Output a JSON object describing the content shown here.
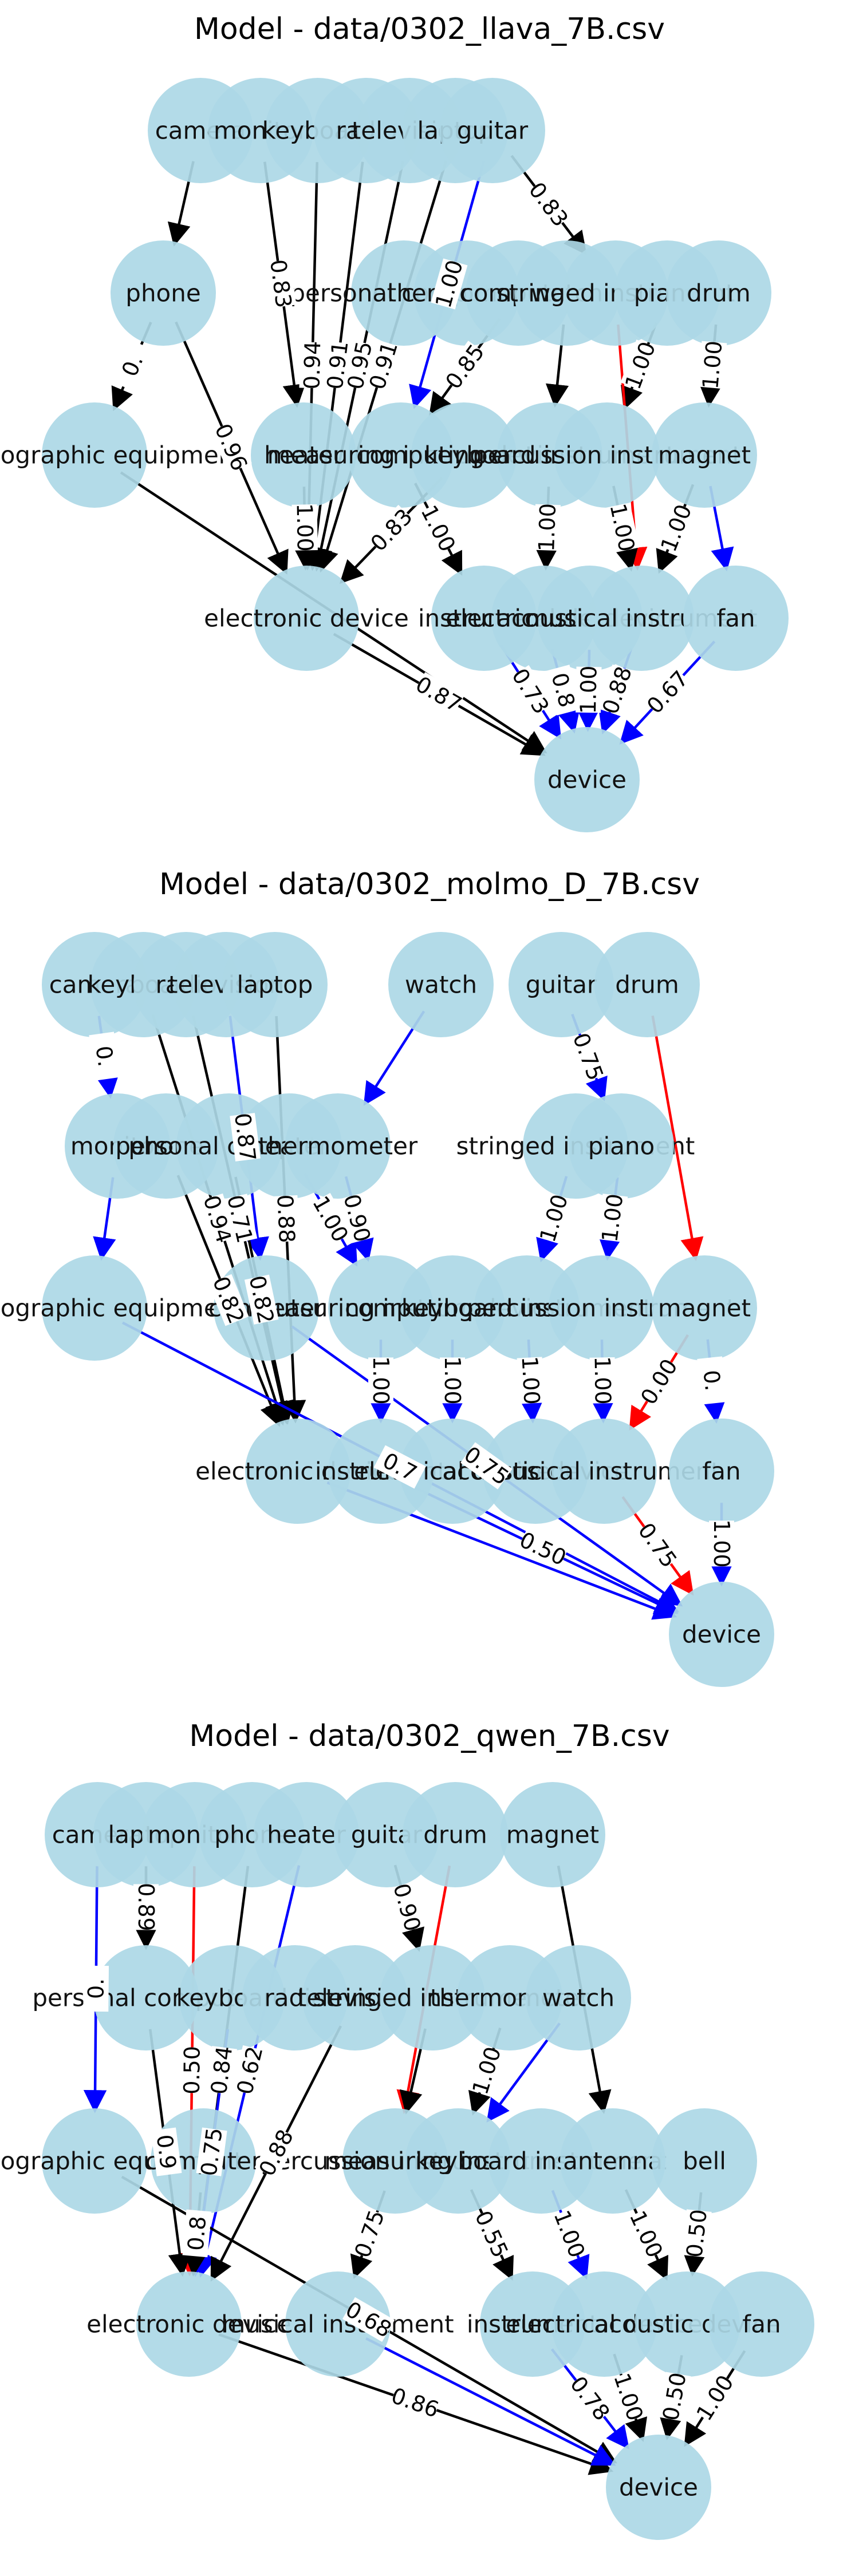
{
  "colors": {
    "node": "#add8e6",
    "black": "#000000",
    "blue": "#0000ff",
    "red": "#ff0000"
  },
  "panels": [
    {
      "id": "llava",
      "title": "Model - data/0302_llava_7B.csv",
      "nodes": [
        {
          "id": "camera",
          "label": "camera"
        },
        {
          "id": "monitor",
          "label": "monitor"
        },
        {
          "id": "keyboard",
          "label": "keyboard"
        },
        {
          "id": "radio",
          "label": "radio"
        },
        {
          "id": "television",
          "label": "television"
        },
        {
          "id": "laptop",
          "label": "laptop"
        },
        {
          "id": "guitar",
          "label": "guitar"
        },
        {
          "id": "phone",
          "label": "phone"
        },
        {
          "id": "personal_computer",
          "label": "personal computer"
        },
        {
          "id": "thermometer",
          "label": "thermometer"
        },
        {
          "id": "computer",
          "label": "computer"
        },
        {
          "id": "watch",
          "label": "watch"
        },
        {
          "id": "stringed",
          "label": "stringed instrument"
        },
        {
          "id": "piano",
          "label": "piano"
        },
        {
          "id": "drum",
          "label": "drum"
        },
        {
          "id": "photo_eq",
          "label": "photographic equipment"
        },
        {
          "id": "heater",
          "label": "heater"
        },
        {
          "id": "measuring",
          "label": "measuring instrument"
        },
        {
          "id": "computing",
          "label": "computing device"
        },
        {
          "id": "keyboard_inst",
          "label": "keyboard instrument"
        },
        {
          "id": "percussion",
          "label": "percussion instrument"
        },
        {
          "id": "magnet",
          "label": "magnet"
        },
        {
          "id": "electronic_device",
          "label": "electronic device"
        },
        {
          "id": "instrument",
          "label": "instrument"
        },
        {
          "id": "electrical_device",
          "label": "electrical device"
        },
        {
          "id": "acoustic_device",
          "label": "acoustic device"
        },
        {
          "id": "musical_instrument",
          "label": "musical instrument"
        },
        {
          "id": "fan",
          "label": "fan"
        },
        {
          "id": "device",
          "label": "device"
        }
      ],
      "edges": [
        {
          "source": "camera",
          "target": "phone",
          "color": "black",
          "label": ""
        },
        {
          "source": "phone",
          "target": "photo_eq",
          "color": "black",
          "label": "0."
        },
        {
          "source": "phone",
          "target": "electronic_device",
          "color": "black",
          "label": "0.96"
        },
        {
          "source": "monitor",
          "target": "heater",
          "color": "black",
          "label": "0.83"
        },
        {
          "source": "keyboard",
          "target": "electronic_device",
          "color": "black",
          "label": "0.94"
        },
        {
          "source": "radio",
          "target": "electronic_device",
          "color": "black",
          "label": "0.91"
        },
        {
          "source": "television",
          "target": "electronic_device",
          "color": "black",
          "label": "0.95"
        },
        {
          "source": "laptop",
          "target": "electronic_device",
          "color": "black",
          "label": "0.91"
        },
        {
          "source": "guitar",
          "target": "stringed",
          "color": "black",
          "label": "0.83"
        },
        {
          "source": "guitar",
          "target": "measuring",
          "color": "blue",
          "label": "1.00"
        },
        {
          "source": "heater",
          "target": "electronic_device",
          "color": "black",
          "label": "1.00"
        },
        {
          "source": "computing",
          "target": "electronic_device",
          "color": "black",
          "label": "0.83"
        },
        {
          "source": "computer",
          "target": "measuring",
          "color": "black",
          "label": "0.85"
        },
        {
          "source": "watch",
          "target": "keyboard_inst",
          "color": "black",
          "label": ""
        },
        {
          "source": "piano",
          "target": "percussion",
          "color": "black",
          "label": "1.00"
        },
        {
          "source": "drum",
          "target": "magnet",
          "color": "black",
          "label": "1.00"
        },
        {
          "source": "stringed",
          "target": "musical_instrument",
          "color": "red",
          "label": ""
        },
        {
          "source": "measuring",
          "target": "instrument",
          "color": "black",
          "label": "1.00"
        },
        {
          "source": "keyboard_inst",
          "target": "electrical_device",
          "color": "black",
          "label": "1.00"
        },
        {
          "source": "percussion",
          "target": "musical_instrument",
          "color": "black",
          "label": "1.00"
        },
        {
          "source": "magnet",
          "target": "musical_instrument",
          "color": "black",
          "label": "1.00"
        },
        {
          "source": "electronic_device",
          "target": "device",
          "color": "black",
          "label": "0.87"
        },
        {
          "source": "photo_eq",
          "target": "device",
          "color": "black",
          "label": ""
        },
        {
          "source": "instrument",
          "target": "device",
          "color": "blue",
          "label": "0.73"
        },
        {
          "source": "electrical_device",
          "target": "device",
          "color": "blue",
          "label": "0.8"
        },
        {
          "source": "acoustic_device",
          "target": "device",
          "color": "blue",
          "label": "1.00"
        },
        {
          "source": "musical_instrument",
          "target": "device",
          "color": "blue",
          "label": "0.88"
        },
        {
          "source": "fan",
          "target": "device",
          "color": "blue",
          "label": "0.67"
        },
        {
          "source": "magnet",
          "target": "fan",
          "color": "blue",
          "label": ""
        }
      ]
    },
    {
      "id": "molmo",
      "title": "Model - data/0302_molmo_D_7B.csv",
      "nodes": [
        {
          "id": "camera",
          "label": "camera"
        },
        {
          "id": "keyboard",
          "label": "keyboard"
        },
        {
          "id": "radio",
          "label": "radio"
        },
        {
          "id": "television",
          "label": "television"
        },
        {
          "id": "laptop",
          "label": "laptop"
        },
        {
          "id": "watch",
          "label": "watch"
        },
        {
          "id": "guitar",
          "label": "guitar"
        },
        {
          "id": "drum",
          "label": "drum"
        },
        {
          "id": "monitor",
          "label": "monitor"
        },
        {
          "id": "phone",
          "label": "phone"
        },
        {
          "id": "personal_computer",
          "label": "personal computer"
        },
        {
          "id": "heater",
          "label": "heater"
        },
        {
          "id": "thermometer",
          "label": "thermometer"
        },
        {
          "id": "stringed",
          "label": "stringed instrument"
        },
        {
          "id": "piano",
          "label": "piano"
        },
        {
          "id": "photo_eq",
          "label": "photographic equipment"
        },
        {
          "id": "computer",
          "label": "computer"
        },
        {
          "id": "measuring",
          "label": "measuring instrument"
        },
        {
          "id": "computing",
          "label": "computing device"
        },
        {
          "id": "keyboard_inst",
          "label": "keyboard instrument"
        },
        {
          "id": "percussion",
          "label": "percussion instrument"
        },
        {
          "id": "magnet",
          "label": "magnet"
        },
        {
          "id": "electronic_device",
          "label": "electronic device"
        },
        {
          "id": "instrument",
          "label": "instrument"
        },
        {
          "id": "electrical_device",
          "label": "electrical device"
        },
        {
          "id": "acoustic_device",
          "label": "acoustic device"
        },
        {
          "id": "musical_instrument",
          "label": "musical instrument"
        },
        {
          "id": "fan",
          "label": "fan"
        },
        {
          "id": "device",
          "label": "device"
        }
      ],
      "edges": [
        {
          "source": "camera",
          "target": "monitor",
          "color": "blue",
          "label": "0."
        },
        {
          "source": "monitor",
          "target": "photo_eq",
          "color": "blue",
          "label": ""
        },
        {
          "source": "keyboard",
          "target": "electronic_device",
          "color": "black",
          "label": "0.94"
        },
        {
          "source": "radio",
          "target": "electronic_device",
          "color": "black",
          "label": "0.71"
        },
        {
          "source": "television",
          "target": "computer",
          "color": "blue",
          "label": "0.87"
        },
        {
          "source": "laptop",
          "target": "electronic_device",
          "color": "black",
          "label": "0.88"
        },
        {
          "source": "phone",
          "target": "electronic_device",
          "color": "black",
          "label": "0.82"
        },
        {
          "source": "personal_computer",
          "target": "electronic_device",
          "color": "black",
          "label": "0.82"
        },
        {
          "source": "heater",
          "target": "measuring",
          "color": "blue",
          "label": "1.00"
        },
        {
          "source": "thermometer",
          "target": "measuring",
          "color": "blue",
          "label": "0.90"
        },
        {
          "source": "watch",
          "target": "thermometer",
          "color": "blue",
          "label": ""
        },
        {
          "source": "guitar",
          "target": "piano",
          "color": "blue",
          "label": "0.75"
        },
        {
          "source": "drum",
          "target": "magnet",
          "color": "red",
          "label": ""
        },
        {
          "source": "stringed",
          "target": "keyboard_inst",
          "color": "blue",
          "label": "1.00"
        },
        {
          "source": "piano",
          "target": "percussion",
          "color": "blue",
          "label": "1.00"
        },
        {
          "source": "magnet",
          "target": "musical_instrument",
          "color": "red",
          "label": "0.00"
        },
        {
          "source": "photo_eq",
          "target": "device",
          "color": "blue",
          "label": "0.7"
        },
        {
          "source": "computer",
          "target": "device",
          "color": "blue",
          "label": "0.75"
        },
        {
          "source": "measuring",
          "target": "instrument",
          "color": "blue",
          "label": "1.00"
        },
        {
          "source": "computing",
          "target": "electrical_device",
          "color": "blue",
          "label": "1.00"
        },
        {
          "source": "keyboard_inst",
          "target": "acoustic_device",
          "color": "blue",
          "label": "1.00"
        },
        {
          "source": "percussion",
          "target": "musical_instrument",
          "color": "blue",
          "label": "1.00"
        },
        {
          "source": "electronic_device",
          "target": "device",
          "color": "blue",
          "label": ""
        },
        {
          "source": "instrument",
          "target": "device",
          "color": "blue",
          "label": "0.50"
        },
        {
          "source": "musical_instrument",
          "target": "device",
          "color": "red",
          "label": "0.75"
        },
        {
          "source": "fan",
          "target": "device",
          "color": "blue",
          "label": "1.00"
        },
        {
          "source": "magnet",
          "target": "fan",
          "color": "blue",
          "label": "0."
        }
      ]
    },
    {
      "id": "qwen",
      "title": "Model - data/0302_qwen_7B.csv",
      "nodes": [
        {
          "id": "camera",
          "label": "camera"
        },
        {
          "id": "laptop",
          "label": "laptop"
        },
        {
          "id": "monitor",
          "label": "monitor"
        },
        {
          "id": "phone",
          "label": "phone"
        },
        {
          "id": "heater",
          "label": "heater"
        },
        {
          "id": "guitar",
          "label": "guitar"
        },
        {
          "id": "drum",
          "label": "drum"
        },
        {
          "id": "magnet",
          "label": "magnet"
        },
        {
          "id": "personal_computer",
          "label": "personal computer"
        },
        {
          "id": "keyboard",
          "label": "keyboard"
        },
        {
          "id": "radio",
          "label": "radio"
        },
        {
          "id": "television",
          "label": "television"
        },
        {
          "id": "stringed",
          "label": "stringed instrument"
        },
        {
          "id": "thermometer",
          "label": "thermometer"
        },
        {
          "id": "watch",
          "label": "watch"
        },
        {
          "id": "photo_eq",
          "label": "photographic equipment"
        },
        {
          "id": "computer",
          "label": "computer"
        },
        {
          "id": "percussion",
          "label": "percussion instrument"
        },
        {
          "id": "measuring",
          "label": "measuring instrument"
        },
        {
          "id": "keyboard_inst",
          "label": "keyboard instrument"
        },
        {
          "id": "antenna",
          "label": "antenna"
        },
        {
          "id": "bell",
          "label": "bell"
        },
        {
          "id": "electronic_device",
          "label": "electronic device"
        },
        {
          "id": "musical_instrument",
          "label": "musical instrument"
        },
        {
          "id": "instrument",
          "label": "instrument"
        },
        {
          "id": "electrical_device",
          "label": "electrical device"
        },
        {
          "id": "acoustic_device",
          "label": "acoustic device"
        },
        {
          "id": "fan",
          "label": "fan"
        },
        {
          "id": "device",
          "label": "device"
        }
      ],
      "edges": [
        {
          "source": "camera",
          "target": "photo_eq",
          "color": "blue",
          "label": "0."
        },
        {
          "source": "laptop",
          "target": "personal_computer",
          "color": "black",
          "label": "0.89"
        },
        {
          "source": "monitor",
          "target": "electronic_device",
          "color": "red",
          "label": "0.50"
        },
        {
          "source": "phone",
          "target": "electronic_device",
          "color": "black",
          "label": "0.84"
        },
        {
          "source": "heater",
          "target": "electronic_device",
          "color": "blue",
          "label": "0.62"
        },
        {
          "source": "personal_computer",
          "target": "electronic_device",
          "color": "black",
          "label": "0.9"
        },
        {
          "source": "keyboard",
          "target": "electronic_device",
          "color": "blue",
          "label": "0.75"
        },
        {
          "source": "television",
          "target": "electronic_device",
          "color": "black",
          "label": "0.88"
        },
        {
          "source": "guitar",
          "target": "stringed",
          "color": "black",
          "label": "0.90"
        },
        {
          "source": "drum",
          "target": "percussion",
          "color": "red",
          "label": ""
        },
        {
          "source": "stringed",
          "target": "percussion",
          "color": "black",
          "label": ""
        },
        {
          "source": "magnet",
          "target": "antenna",
          "color": "black",
          "label": ""
        },
        {
          "source": "thermometer",
          "target": "measuring",
          "color": "black",
          "label": "1.00"
        },
        {
          "source": "watch",
          "target": "measuring",
          "color": "blue",
          "label": ""
        },
        {
          "source": "photo_eq",
          "target": "device",
          "color": "black",
          "label": "0.68"
        },
        {
          "source": "computer",
          "target": "electronic_device",
          "color": "black",
          "label": "0.8"
        },
        {
          "source": "percussion",
          "target": "musical_instrument",
          "color": "black",
          "label": "0.75"
        },
        {
          "source": "measuring",
          "target": "instrument",
          "color": "black",
          "label": "0.55"
        },
        {
          "source": "keyboard_inst",
          "target": "electrical_device",
          "color": "blue",
          "label": "1.00"
        },
        {
          "source": "antenna",
          "target": "acoustic_device",
          "color": "black",
          "label": "1.00"
        },
        {
          "source": "bell",
          "target": "acoustic_device",
          "color": "black",
          "label": "0.50"
        },
        {
          "source": "electronic_device",
          "target": "device",
          "color": "black",
          "label": "0.86"
        },
        {
          "source": "musical_instrument",
          "target": "device",
          "color": "blue",
          "label": ""
        },
        {
          "source": "instrument",
          "target": "device",
          "color": "blue",
          "label": "0.78"
        },
        {
          "source": "electrical_device",
          "target": "device",
          "color": "black",
          "label": "1.00"
        },
        {
          "source": "acoustic_device",
          "target": "device",
          "color": "black",
          "label": "0.50"
        },
        {
          "source": "fan",
          "target": "device",
          "color": "black",
          "label": "1.00"
        }
      ]
    }
  ]
}
